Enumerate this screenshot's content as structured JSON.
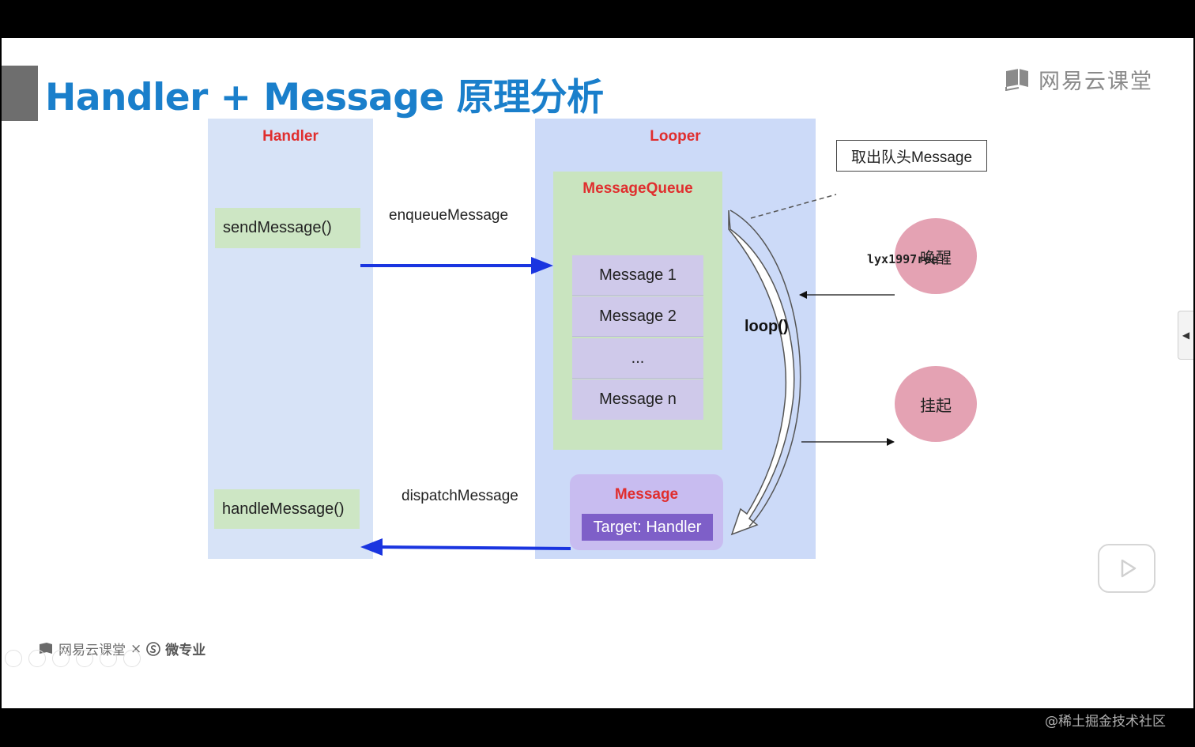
{
  "slide": {
    "title": "Handler + Message 原理分析",
    "brand": "网易云课堂"
  },
  "diagram": {
    "handler_panel": {
      "title": "Handler",
      "send_method": "sendMessage()",
      "handle_method": "handleMessage()"
    },
    "looper_panel": {
      "title": "Looper",
      "queue_title": "MessageQueue",
      "queue_items": [
        "Message 1",
        "Message 2",
        "...",
        "Message n"
      ],
      "message_card_title": "Message",
      "message_card_target": "Target: Handler"
    },
    "arrows": {
      "enqueue": "enqueueMessage",
      "dispatch": "dispatchMessage",
      "loop": "loop()"
    },
    "callout": "取出队头Message",
    "states": {
      "wake": "唤醒",
      "suspend": "挂起"
    },
    "overlay_name": "lyx1997ree"
  },
  "footer": {
    "brand": "网易云课堂",
    "separator": "×",
    "partner": "微专业"
  },
  "watermark": "@稀土掘金技术社区",
  "colors": {
    "title_blue": "#1a7fcb",
    "label_red": "#e02e2e",
    "arrow_blue": "#1a35e0",
    "handler_panel": "#d7e3f7",
    "looper_panel": "#ccdaf8",
    "queue_green": "#c9e4bf",
    "message_purple": "#cfc9ea",
    "target_purple": "#7e5fc8",
    "state_pink": "#e4a2b3"
  }
}
